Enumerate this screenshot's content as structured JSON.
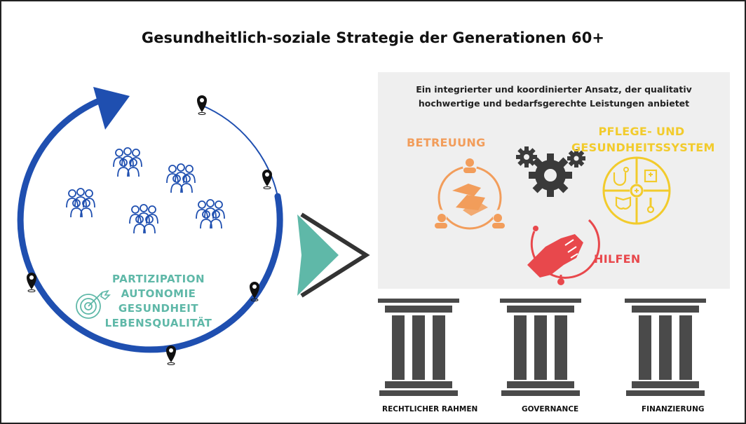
{
  "title": "Gesundheitlich-soziale Strategie der Generationen 60+",
  "left_cycle": {
    "keywords": [
      "PARTIZIPATION",
      "AUTONOMIE",
      "GESUNDHEIT",
      "LEBENSQUALITÄT"
    ],
    "people_groups_icon": "people-groups-icon",
    "target_icon": "target-icon",
    "location_pin_icon": "location-pin-icon"
  },
  "panel": {
    "description": "Ein integrierter und koordinierter Ansatz, der qualitativ hochwertige und bedarfsgerechte Leistungen anbietet",
    "betreuung": "BETREUUNG",
    "pflege_line1": "PFLEGE- UND",
    "pflege_line2": "GESUNDHEITSSYSTEM",
    "hilfen": "HILFEN"
  },
  "pillars": [
    "RECHTLICHER RAHMEN",
    "GOVERNANCE",
    "FINANZIERUNG"
  ],
  "colors": {
    "cycle_blue": "#1f4fb0",
    "keyword_teal": "#5fb8a8",
    "arrow_teal": "#5fb8a8",
    "betreuung_orange": "#f29d5b",
    "pflege_yellow": "#f2cb2c",
    "hilfen_red": "#e8484c",
    "gear_dark": "#3a3a3a",
    "pillar_gray": "#4a4a4a",
    "panel_gray": "#efefef"
  }
}
